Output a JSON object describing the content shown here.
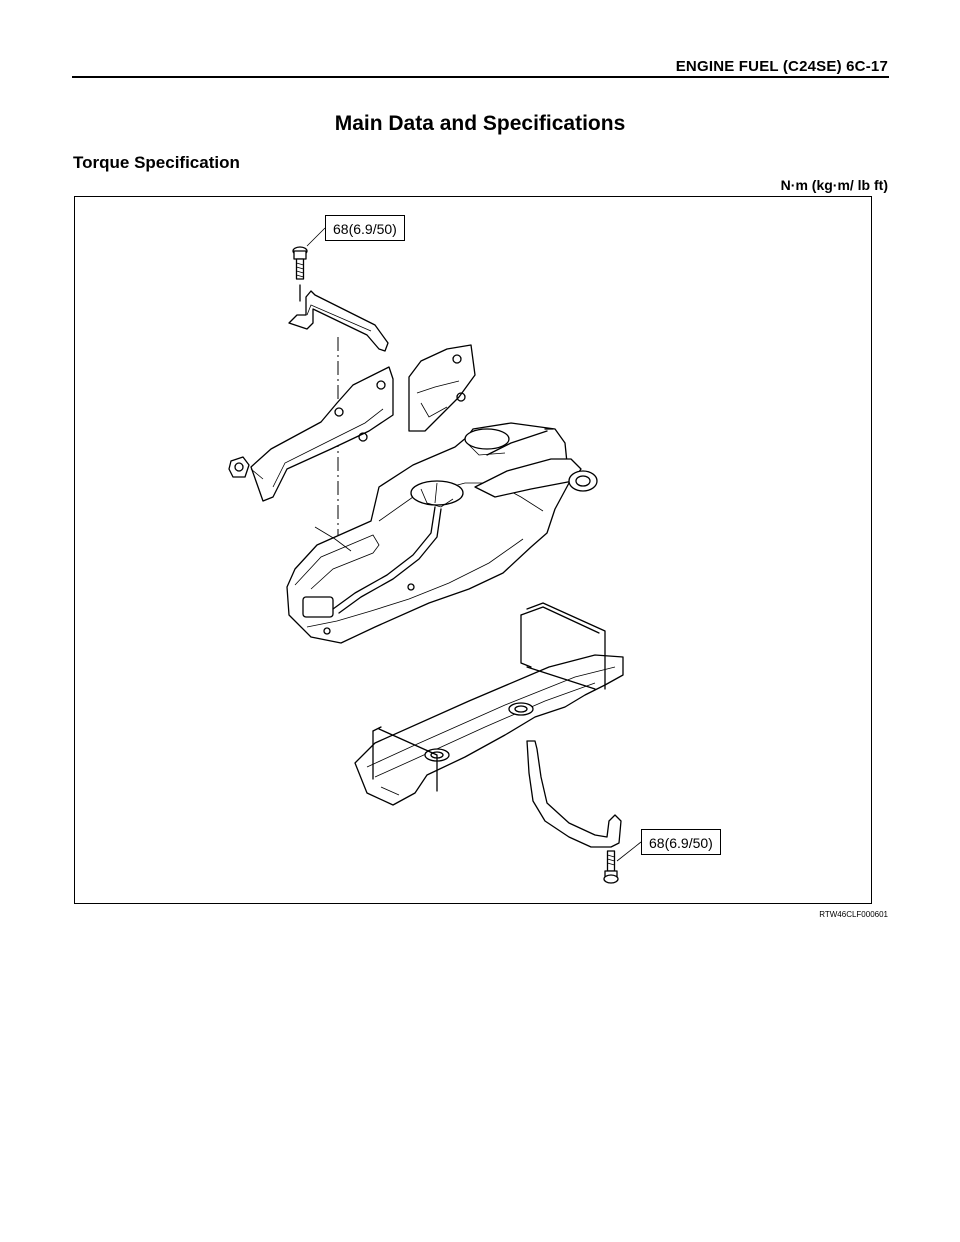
{
  "header": {
    "title": "ENGINE FUEL (C24SE)  6C-17"
  },
  "page": {
    "title": "Main Data and Specifications",
    "section_heading": "Torque Specification",
    "units": "N·m (kg·m/ lb ft)"
  },
  "figure": {
    "torque_callout_top": "68(6.9/50)",
    "torque_callout_bottom": "68(6.9/50)",
    "figure_code": "RTW46CLF000601"
  }
}
